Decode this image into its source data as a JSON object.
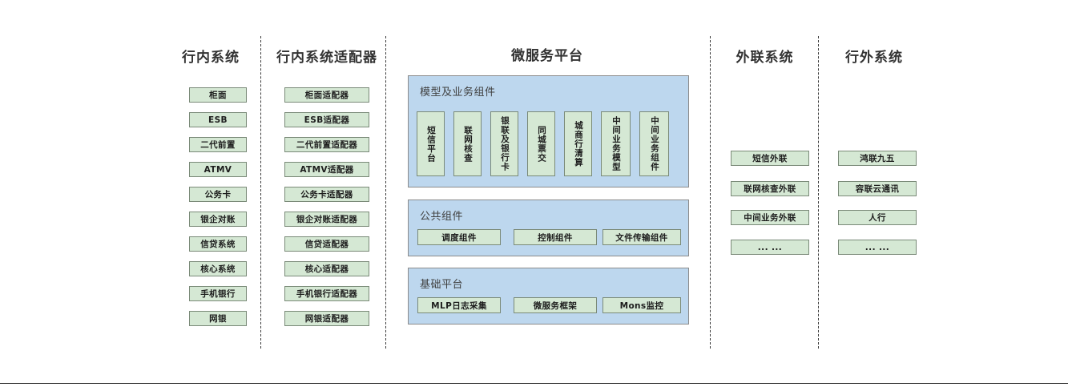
{
  "diagram": {
    "columns": [
      {
        "id": "internal-systems",
        "title": "行内系统",
        "items": [
          "柜面",
          "ESB",
          "二代前置",
          "ATMV",
          "公务卡",
          "银企对账",
          "信贷系统",
          "核心系统",
          "手机银行",
          "网银"
        ]
      },
      {
        "id": "internal-system-adapters",
        "title": "行内系统适配器",
        "items": [
          "柜面适配器",
          "ESB适配器",
          "二代前置适配器",
          "ATMV适配器",
          "公务卡适配器",
          "银企对账适配器",
          "信贷适配器",
          "核心适配器",
          "手机银行适配器",
          "网银适配器"
        ]
      },
      {
        "id": "microservice-platform",
        "title": "微服务平台",
        "panels": [
          {
            "id": "model-business-components",
            "title": "模型及业务组件",
            "items": [
              "短信平台",
              "联网核查",
              "银联及银行卡",
              "同城票交",
              "城商行清算",
              "中间业务模型",
              "中间业务组件"
            ]
          },
          {
            "id": "public-components",
            "title": "公共组件",
            "items": [
              "调度组件",
              "控制组件",
              "文件传输组件"
            ]
          },
          {
            "id": "base-platform",
            "title": "基础平台",
            "items": [
              "MLP日志采集",
              "微服务框架",
              "Mons监控"
            ]
          }
        ]
      },
      {
        "id": "external-liaison-systems",
        "title": "外联系统",
        "items": [
          "短信外联",
          "联网核查外联",
          "中间业务外联",
          "... ..."
        ]
      },
      {
        "id": "outside-bank-systems",
        "title": "行外系统",
        "items": [
          "鸿联九五",
          "容联云通讯",
          "人行",
          "... ..."
        ]
      }
    ],
    "colors": {
      "node_fill": "#d5e8d4",
      "node_border": "#7a8a78",
      "panel_fill": "#bdd7ee",
      "panel_border": "#8b8b8b",
      "divider": "#3c3c3c",
      "title_text": "#333333",
      "panel_title_text": "#404040"
    }
  }
}
